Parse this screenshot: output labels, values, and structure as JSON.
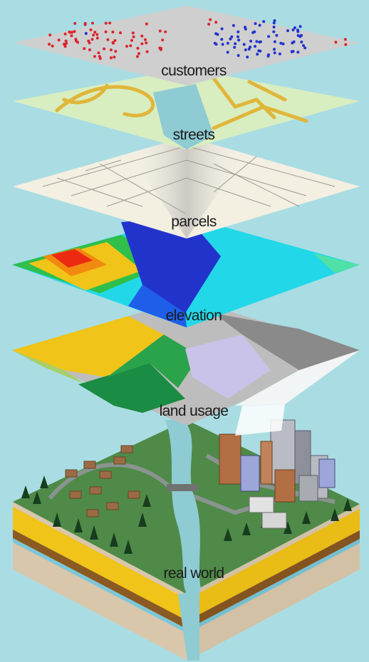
{
  "colors": {
    "background": "#a9dde3",
    "customers_sheet": "#cfcfcf",
    "customer_dot_red": "#d9262b",
    "customer_dot_blue": "#2233cc",
    "streets_sheet": "#d8edc0",
    "street_line": "#e0b63a",
    "parcels_sheet": "#f3efe1",
    "soil_yellow": "#f0c418",
    "soil_brown": "#8a5a22",
    "grass": "#4f8a48",
    "river": "#8ecbd3"
  },
  "layers": [
    {
      "id": "customers",
      "label": "customers"
    },
    {
      "id": "streets",
      "label": "streets"
    },
    {
      "id": "parcels",
      "label": "parcels"
    },
    {
      "id": "elevation",
      "label": "elevation"
    },
    {
      "id": "land-usage",
      "label": "land usage"
    },
    {
      "id": "real-world",
      "label": "real world"
    }
  ],
  "elevation_palette": [
    "#2233cc",
    "#1e5ee8",
    "#1aa3ee",
    "#22d8e8",
    "#4fe1a6",
    "#2fbf4a",
    "#f0c418",
    "#f28a10",
    "#ec2a12"
  ],
  "land_usage_palette": [
    "#f0c418",
    "#a7cf6a",
    "#1a8c43",
    "#0f6a30",
    "#c9c3ea",
    "#bdbdbd",
    "#8a8a8a",
    "#e9ecec"
  ]
}
